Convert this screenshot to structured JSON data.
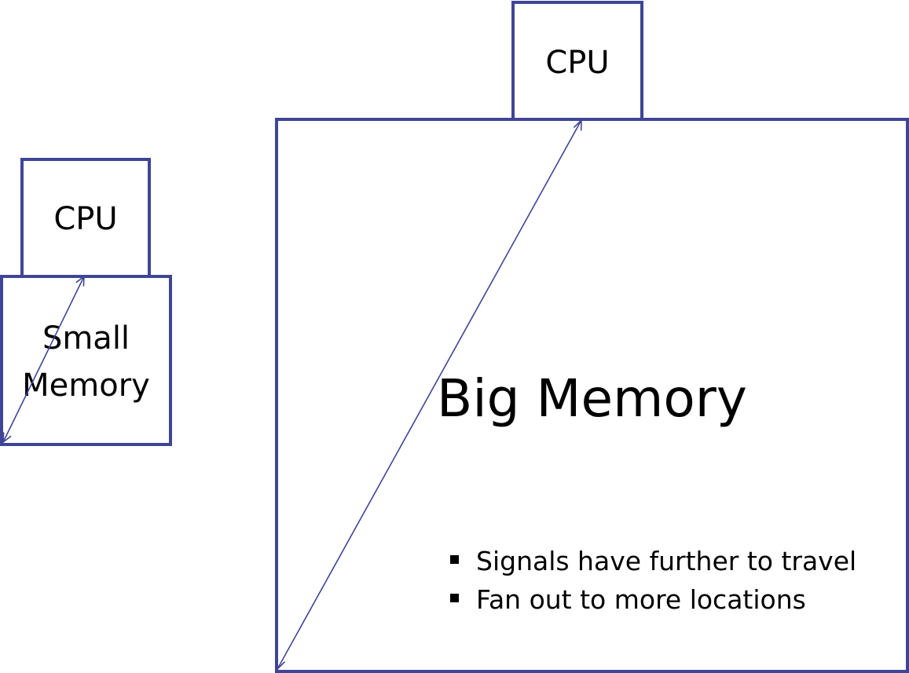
{
  "small_system": {
    "cpu_label": "CPU",
    "memory_label_line1": "Small",
    "memory_label_line2": "Memory"
  },
  "big_system": {
    "cpu_label": "CPU",
    "memory_label": "Big Memory"
  },
  "notes": [
    "Signals have further to travel",
    "Fan out to more locations"
  ],
  "colors": {
    "box_border": "#3f4596",
    "arrow": "#3f4596",
    "text": "#000000"
  },
  "icons": {
    "bullet": "square-bullet-icon",
    "arrow": "double-headed-arrow-icon"
  }
}
